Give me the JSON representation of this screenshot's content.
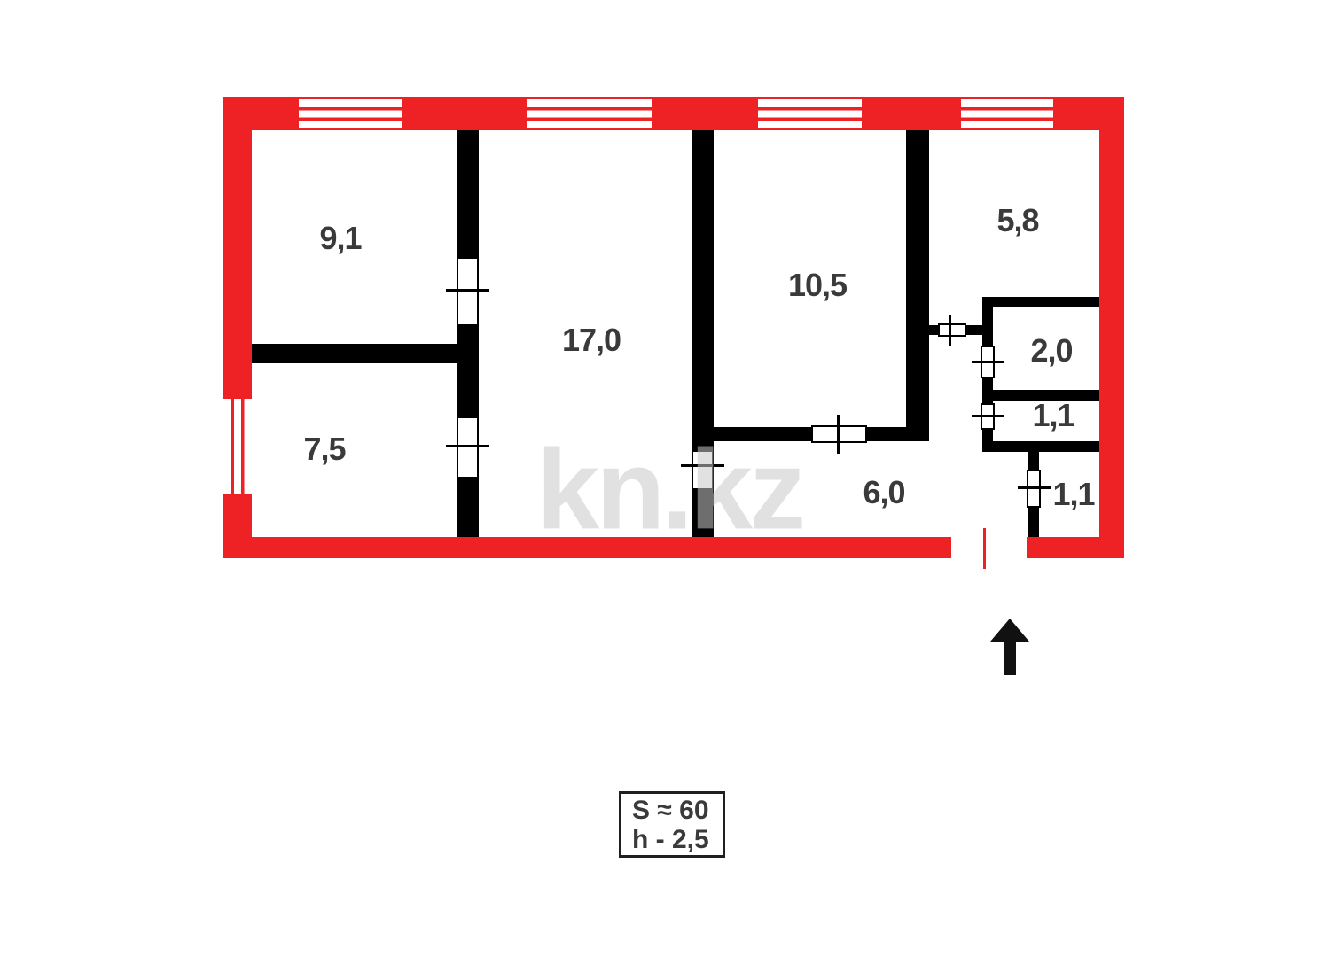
{
  "title": "apartment-floor-plan",
  "colors": {
    "wall-red": "#ee2125",
    "wall-black": "#000000",
    "text-dark": "#3a3a3a",
    "watermark-gray": "#c9c9c9"
  },
  "rooms": [
    {
      "name": "room-9-1",
      "area": "9,1"
    },
    {
      "name": "room-7-5",
      "area": "7,5"
    },
    {
      "name": "room-17-0",
      "area": "17,0"
    },
    {
      "name": "room-10-5",
      "area": "10,5"
    },
    {
      "name": "room-5-8",
      "area": "5,8"
    },
    {
      "name": "room-2-0",
      "area": "2,0"
    },
    {
      "name": "room-1-1-upper",
      "area": "1,1"
    },
    {
      "name": "room-6-0",
      "area": "6,0"
    },
    {
      "name": "room-1-1-lower",
      "area": "1,1"
    }
  ],
  "info_box": {
    "area_label": "S ≈ 60",
    "height_label": "h - 2,5"
  },
  "watermark": "kn.kz"
}
